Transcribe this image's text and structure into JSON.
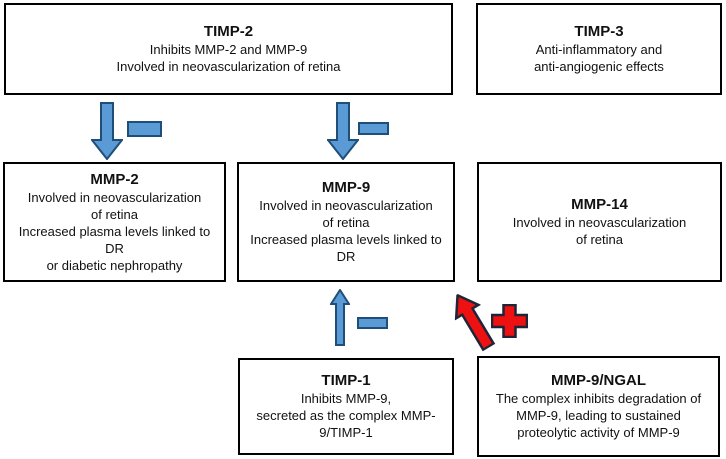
{
  "diagram": {
    "background": "#ffffff",
    "colors": {
      "box_border": "#000000",
      "inhibit_arrow_fill": "#5b9bd5",
      "inhibit_arrow_stroke": "#1f4e79",
      "activate_arrow_fill": "#ee1111",
      "activate_arrow_stroke": "#1f2437",
      "text": "#111111"
    },
    "boxes": [
      {
        "id": "timp2",
        "title": "TIMP-2",
        "body": "Inhibits MMP-2 and MMP-9\nInvolved in neovascularization of retina"
      },
      {
        "id": "timp3",
        "title": "TIMP-3",
        "body": "Anti-inflammatory and\nanti-angiogenic effects"
      },
      {
        "id": "mmp2",
        "title": "MMP-2",
        "body": "Involved in neovascularization\nof retina\nIncreased plasma levels linked to DR\nor diabetic nephropathy"
      },
      {
        "id": "mmp9",
        "title": "MMP-9",
        "body": "Involved in neovascularization\nof retina\nIncreased plasma levels linked to\nDR"
      },
      {
        "id": "mmp14",
        "title": "MMP-14",
        "body": "Involved in neovascularization\nof retina"
      },
      {
        "id": "timp1",
        "title": "TIMP-1",
        "body": "Inhibits MMP-9,\nsecreted as the complex MMP-\n9/TIMP-1"
      },
      {
        "id": "mmp9ngal",
        "title": "MMP-9/NGAL",
        "body": "The complex inhibits degradation of\nMMP-9, leading to sustained\nproteolytic activity of MMP-9"
      }
    ],
    "connectors": [
      {
        "from": "TIMP-2",
        "to": "MMP-2",
        "type": "inhibition",
        "sign": "−",
        "color": "#5b9bd5"
      },
      {
        "from": "TIMP-2",
        "to": "MMP-9",
        "type": "inhibition",
        "sign": "−",
        "color": "#5b9bd5"
      },
      {
        "from": "TIMP-1",
        "to": "MMP-9",
        "type": "inhibition",
        "sign": "−",
        "color": "#5b9bd5"
      },
      {
        "from": "MMP-9/NGAL",
        "to": "MMP-9",
        "type": "activation",
        "sign": "+",
        "color": "#ee1111"
      }
    ]
  }
}
